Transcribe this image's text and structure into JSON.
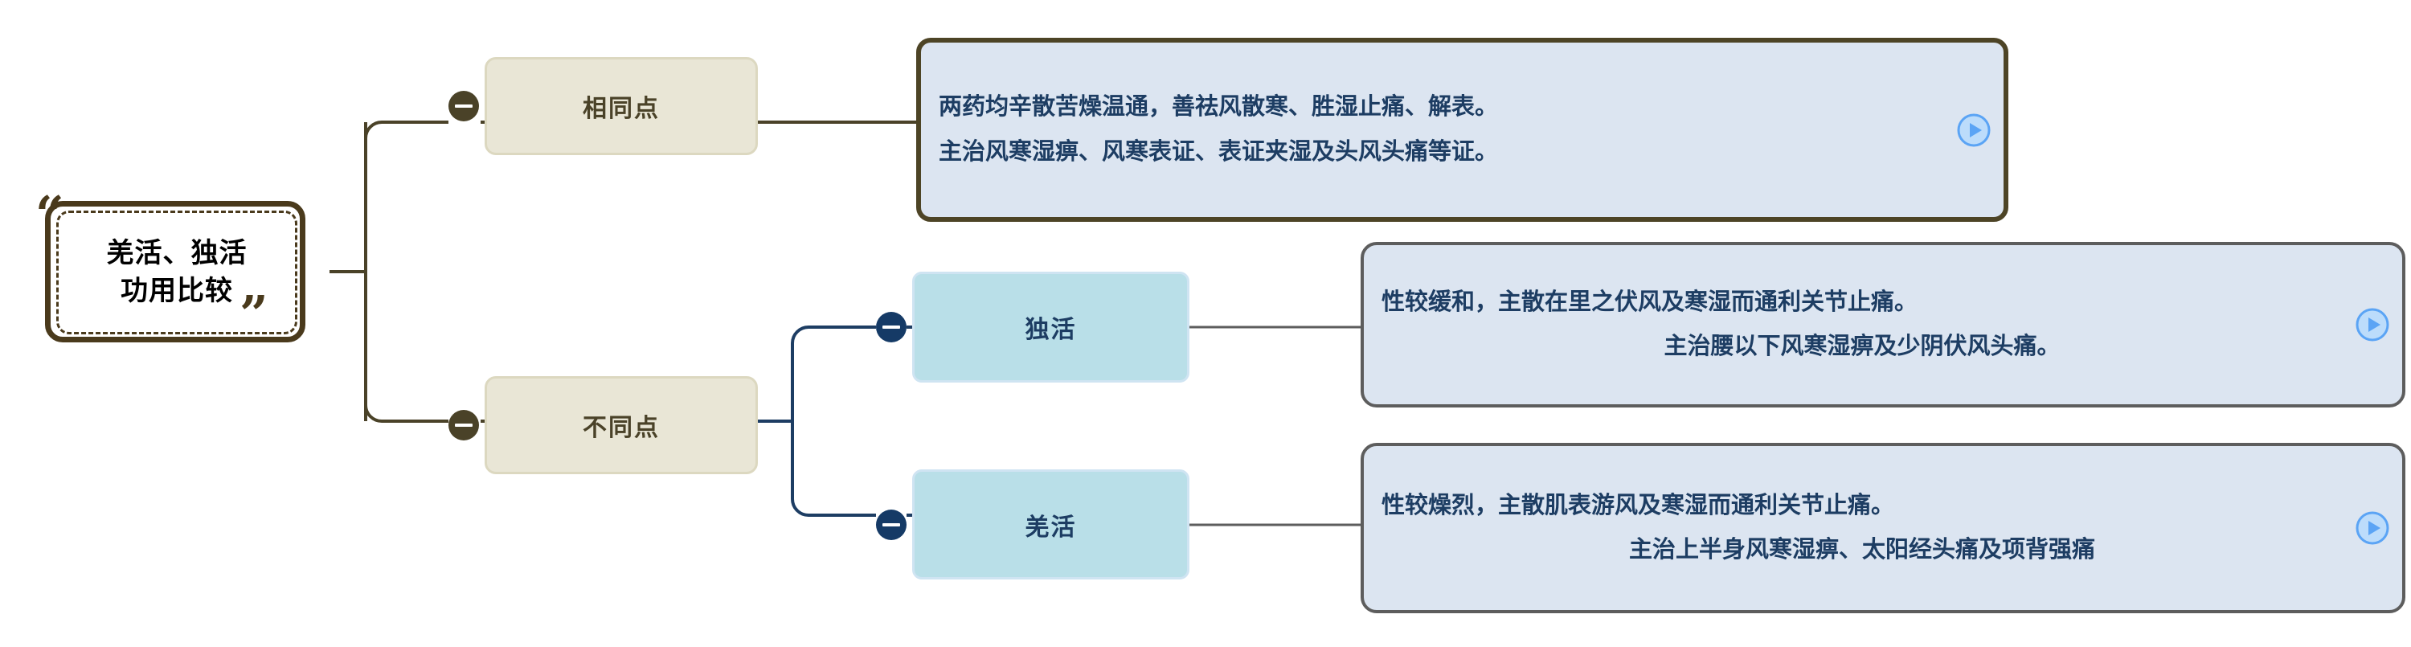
{
  "diagram": {
    "type": "mind-map",
    "title": "羌活、独活 功用比较",
    "colors": {
      "root_border": "#4a3a1c",
      "level1_fill": "#e9e6d6",
      "level1_text": "#4a4228",
      "level2_fill": "#b9dfe8",
      "level2_text": "#1d3d63",
      "card_fill": "#dce5f1",
      "card_text": "#1d3d63",
      "card_border_olive": "#4d4426",
      "card_border_gray": "#5d5d5d",
      "play_icon": "#5ba4f5",
      "toggle_olive": "#4a4228",
      "toggle_navy": "#153a66"
    }
  },
  "root": {
    "line1": "羌活、独活",
    "line2": "功用比较",
    "quote_open": "“",
    "quote_close": "”"
  },
  "branches": [
    {
      "id": "same",
      "label": "相同点",
      "toggle": "collapse-toggle",
      "card": {
        "lines": [
          "两药均辛散苦燥温通，善祛风散寒、胜湿止痛、解表。",
          "主治风寒湿痹、风寒表证、表证夹湿及头风头痛等证。"
        ],
        "play": "play-icon",
        "align": "left"
      }
    },
    {
      "id": "diff",
      "label": "不同点",
      "toggle": "collapse-toggle",
      "children": [
        {
          "id": "duhuo",
          "label": "独活",
          "toggle": "collapse-toggle",
          "card": {
            "lines": [
              "性较缓和，主散在里之伏风及寒湿而通利关节止痛。",
              "主治腰以下风寒湿痹及少阴伏风头痛。"
            ],
            "play": "play-icon",
            "align": "center"
          }
        },
        {
          "id": "qianghuo",
          "label": "羌活",
          "toggle": "collapse-toggle",
          "card": {
            "lines": [
              "性较燥烈，主散肌表游风及寒湿而通利关节止痛。",
              "主治上半身风寒湿痹、太阳经头痛及项背强痛"
            ],
            "play": "play-icon",
            "align": "center"
          }
        }
      ]
    }
  ]
}
